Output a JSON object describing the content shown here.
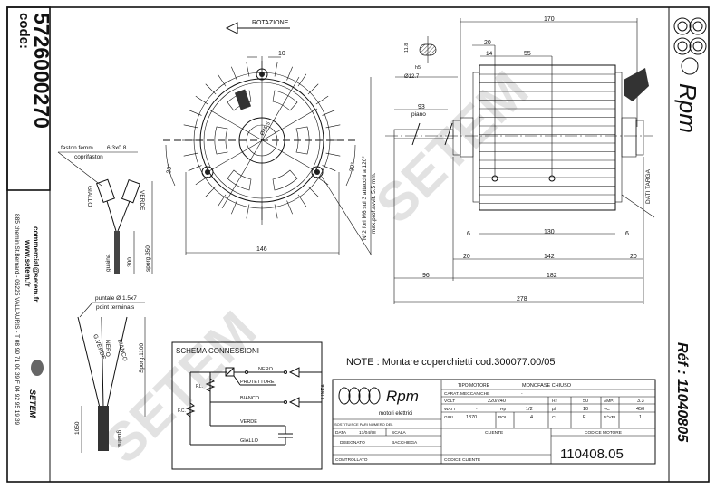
{
  "left_strip": {
    "code_label": "code:",
    "code_value": "5726000270",
    "website": "www.setem.fr",
    "email": "commercial@setem.fr",
    "address": "885 chemin St.Bernard  -  06225 VALLAURIS  -  T 08 90 71 00 39  F 04 92 95 19 39",
    "brand": "SETEM"
  },
  "right_strip": {
    "logo_text": "Rpm",
    "ref_label": "Réf : 11040805"
  },
  "watermark": "SETEM",
  "front_view": {
    "rotation_label": "ROTAZIONE",
    "dim_top": "10",
    "dim_width": "146",
    "angle_left": "30°",
    "angle_right": "30°",
    "hole_note_1": "N°2 fori M6 sui 3 attacchi a 120°",
    "hole_note_2": "max.prof.avvit. 5.5 mm.",
    "center_dim": "Ø45.5"
  },
  "side_view": {
    "dim_170": "170",
    "dim_20_top": "20",
    "dim_14": "14",
    "dim_55": "55",
    "shaft_dims": [
      "11.8",
      "h5",
      "Ø12.7"
    ],
    "dim_93": "93",
    "piano": "piano",
    "dim_6_left": "6",
    "dim_130": "130",
    "dim_6_right": "6",
    "dim_20_left": "20",
    "dim_142": "142",
    "dim_20_right": "20",
    "dim_96": "96",
    "dim_182": "182",
    "dim_278": "278",
    "dati_targa": "DATI TARGA"
  },
  "cable_top": {
    "faston": "faston femm.",
    "faston_size": "6.3x0.8",
    "coprifaston": "coprifaston",
    "giallo": "GIALLO",
    "verde": "VERDE",
    "guaina": "guaina",
    "dim_300": "300",
    "sporg": "sporg.350"
  },
  "cable_bottom": {
    "puntale": "puntale Ø 1.5x7",
    "point_terminals": "point terminals",
    "gverde": "G.VERDE",
    "nero": "NERO",
    "bianco": "BIANCO",
    "sporg": "Sporg.1100",
    "dim_1050": "1050",
    "guaina": "guaina"
  },
  "schema": {
    "title": "SCHEMA CONNESSIONI",
    "nero": "NERO",
    "protettore": "PROTETTORE",
    "bianco": "BIANCO",
    "verde": "VERDE",
    "giallo": "GIALLO",
    "linea": "LINEA",
    "fl": "F.L.",
    "fc": "F.C."
  },
  "note": "NOTE :  Montare coperchietti cod.300077.00/05",
  "title_block": {
    "logo": "Rpm",
    "logo_sub": "motori elettrici",
    "tipo_motore_label": "TIPO MOTORE",
    "tipo_motore": "MONOFASE CHIUSO",
    "carat_label": "CARAT. MECCANICHE",
    "carat": "-",
    "volt_label": "VOLT",
    "volt": "220/240",
    "hz_label": "Hz",
    "hz": "50",
    "amp_label": "AMP.",
    "amp": "3.3",
    "watt_label": "WATT",
    "watt": "-",
    "hp_label": "Hp",
    "hp": "1/2",
    "uf_label": "µf",
    "uf": "10",
    "vc_label": "VC",
    "vc": "450",
    "giri_label": "GIRI",
    "giri": "1370",
    "poli_label": "POLI",
    "poli": "4",
    "cl_label": "CL.",
    "cl": "F",
    "nvel_label": "N°VEL.",
    "nvel": "1",
    "sostituisce": "SOSTITUISCE PARI NUMERO DEL",
    "data_label": "DATA",
    "data": "17/04/98",
    "scala_label": "SCALA",
    "designato_label": "DISEGNATO",
    "designato": "BACCHIEGA",
    "controllato_label": "CONTROLLATO",
    "cliente_label": "CLIENTE",
    "codice_cliente_label": "CODICE CLIENTE",
    "codice_motore_label": "CODICE MOTORE",
    "codice_motore": "110408.05"
  }
}
